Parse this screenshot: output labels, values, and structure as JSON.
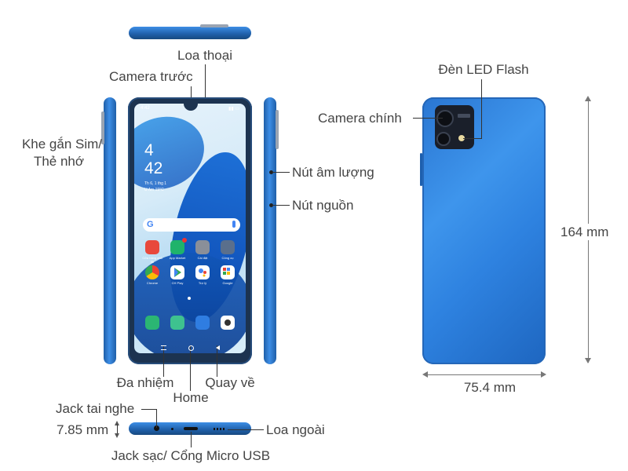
{
  "labels": {
    "speaker": "Loa thoại",
    "front_camera": "Camera trước",
    "sim_slot_line1": "Khe gắn Sim/",
    "sim_slot_line2": "Thẻ nhớ",
    "volume": "Nút âm lượng",
    "power": "Nút nguồn",
    "multitask": "Đa nhiệm",
    "home": "Home",
    "back": "Quay về",
    "led_flash": "Đèn LED Flash",
    "main_camera": "Camera chính",
    "height": "164 mm",
    "width": "75.4 mm",
    "headphone_jack": "Jack tai nghe",
    "thickness": "7.85 mm",
    "loudspeaker": "Loa ngoài",
    "charging_port": "Jack sạc/ Cổng Micro USB"
  },
  "screen": {
    "status_time": "4:42",
    "clock_hour": "4",
    "clock_min": "42",
    "date_line1": "Th 6, 1 thg 1",
    "date_line2": "U Am 19°C",
    "apps": [
      {
        "label": "Cửa hàng chủ đề",
        "color": "#e8483c",
        "badge": false
      },
      {
        "label": "App Market",
        "color": "#1fb36b",
        "badge": true
      },
      {
        "label": "Cài đặt",
        "color": "#8a8f99",
        "badge": false
      },
      {
        "label": "Công cụ",
        "color": "#5a6f8c",
        "badge": false
      },
      {
        "label": "Chrome",
        "color": "#ffffff",
        "badge": false
      },
      {
        "label": "CH Play",
        "color": "#ffffff",
        "badge": false
      },
      {
        "label": "Trợ lý",
        "color": "#ffffff",
        "badge": false
      },
      {
        "label": "Google",
        "color": "#ffffff",
        "badge": false
      }
    ],
    "dock": [
      {
        "name": "phone",
        "color": "#2bb673"
      },
      {
        "name": "messages",
        "color": "#3ec28f"
      },
      {
        "name": "browser",
        "color": "#2f7de1"
      },
      {
        "name": "camera",
        "color": "#ffffff"
      }
    ]
  },
  "colors": {
    "body_blue": "#2e82e0",
    "frame": "#1c3350"
  }
}
